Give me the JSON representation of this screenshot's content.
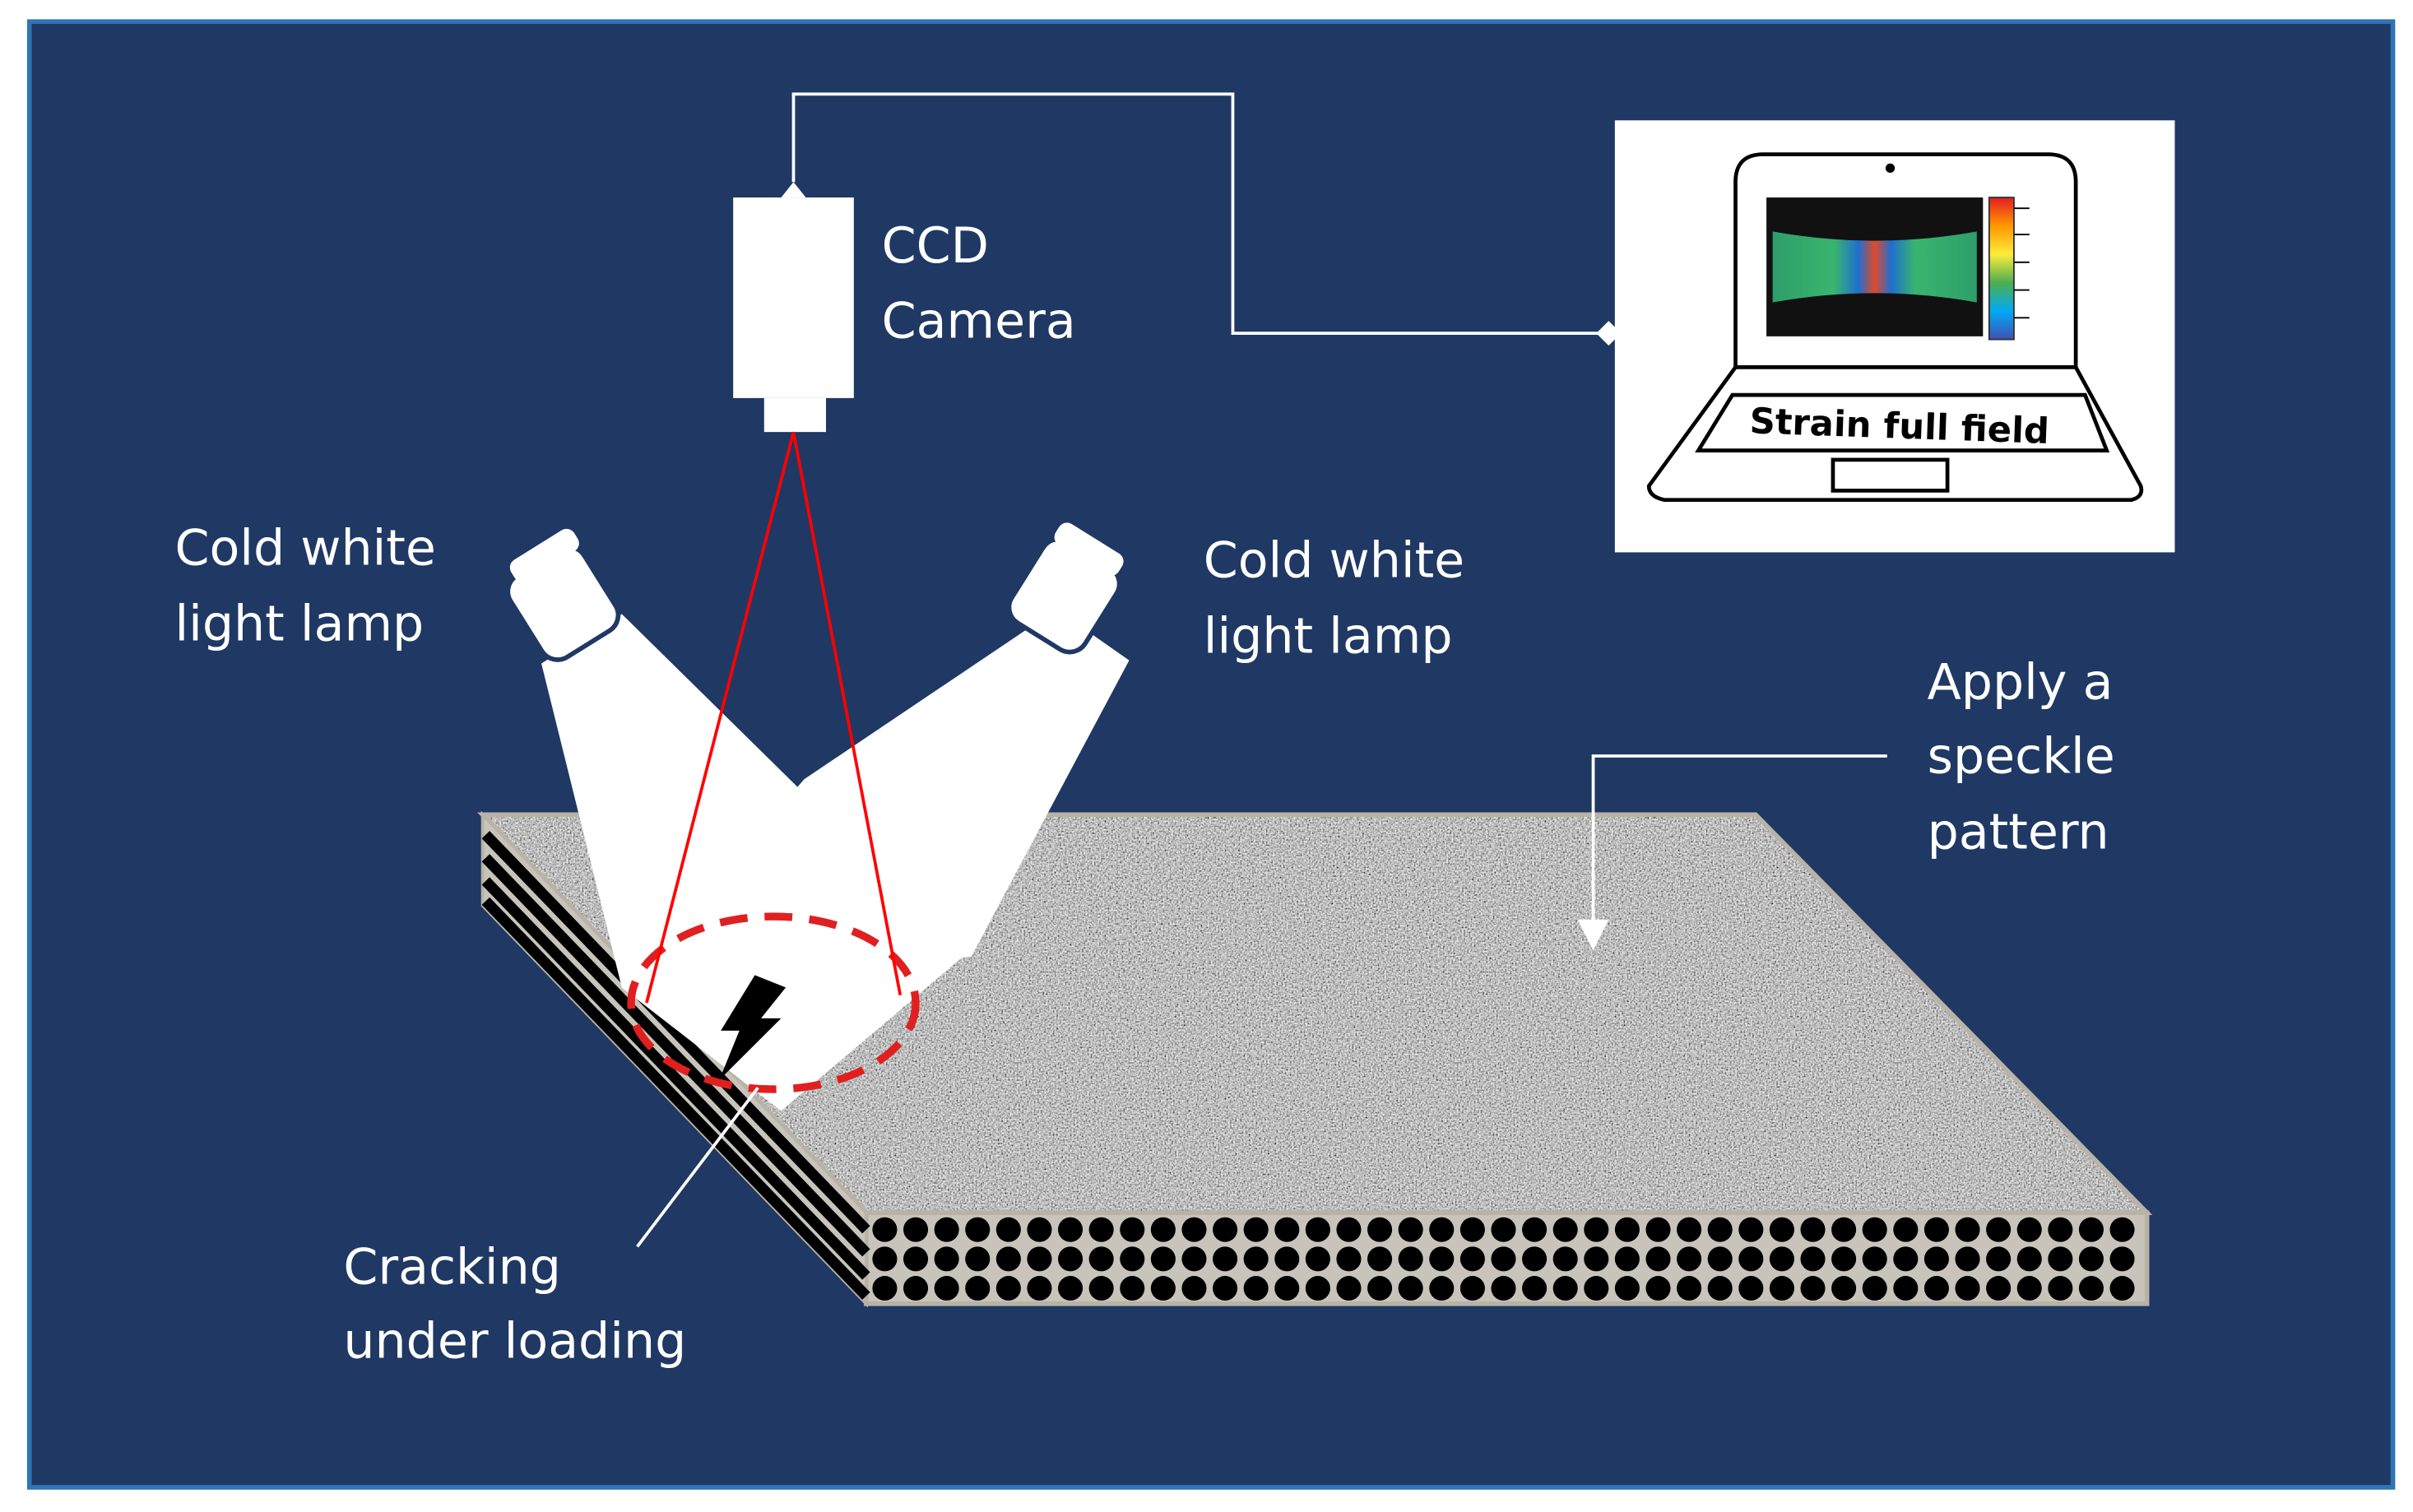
{
  "labels": {
    "camera_line1": "CCD",
    "camera_line2": "Camera",
    "lamp_left_line1": "Cold white",
    "lamp_left_line2": "light lamp",
    "lamp_right_line1": "Cold white",
    "lamp_right_line2": "light lamp",
    "speckle_line1": "Apply a",
    "speckle_line2": "speckle",
    "speckle_line3": "pattern",
    "crack_line1": "Cracking",
    "crack_line2": "under loading",
    "screen_text": "Strain full field"
  },
  "colors": {
    "background": "#1f3864",
    "border": "#2e75b6",
    "white": "#ffffff",
    "camera_ray": "#ff0000",
    "crack_circle": "#e02020",
    "speckle_base": "#9a9a9a",
    "laminate_edge": "#b9b2a6"
  },
  "icons": {
    "camera": "ccd-camera-icon",
    "lamp": "light-lamp-icon",
    "laptop": "laptop-icon",
    "crack": "lightning-crack-icon"
  }
}
